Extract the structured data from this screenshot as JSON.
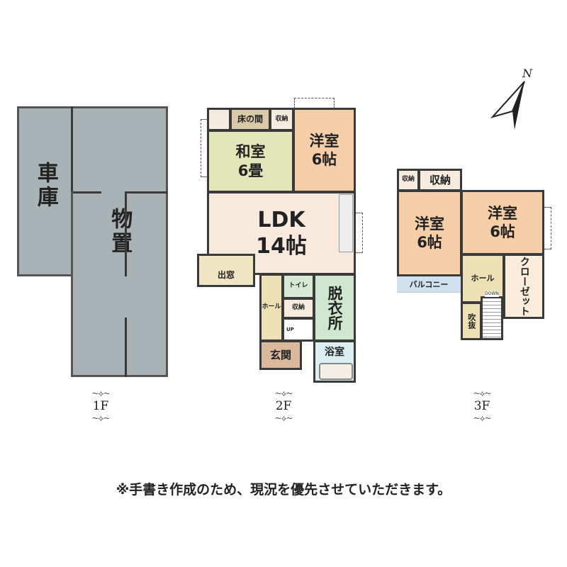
{
  "floor1": {
    "label": "1F",
    "garage": "車庫",
    "storage": "物置"
  },
  "floor2": {
    "label": "2F",
    "tokonoma": "床の間",
    "closet_small": "収納",
    "washitsu": "和室",
    "washitsu_size": "6畳",
    "youshitsu": "洋室",
    "youshitsu_size": "6帖",
    "ldk": "LDK",
    "ldk_size": "14帖",
    "demado": "出窓",
    "toilet": "トイレ",
    "hall": "ホール",
    "closet2": "収納",
    "up": "UP",
    "datsuijo": "脱衣所",
    "bath": "浴室",
    "genkan": "玄関"
  },
  "floor3": {
    "label": "3F",
    "closet_small": "収納",
    "closet": "収納",
    "room_left": "洋室",
    "room_left_size": "6帖",
    "room_right": "洋室",
    "room_right_size": "6帖",
    "balcony": "バルコニー",
    "hall": "ホール",
    "walkin": "クローゼット",
    "down": "DOWN",
    "fukinuke": "吹抜"
  },
  "north": "N",
  "note": "※手書き作成のため、現況を優先させていただきます。"
}
